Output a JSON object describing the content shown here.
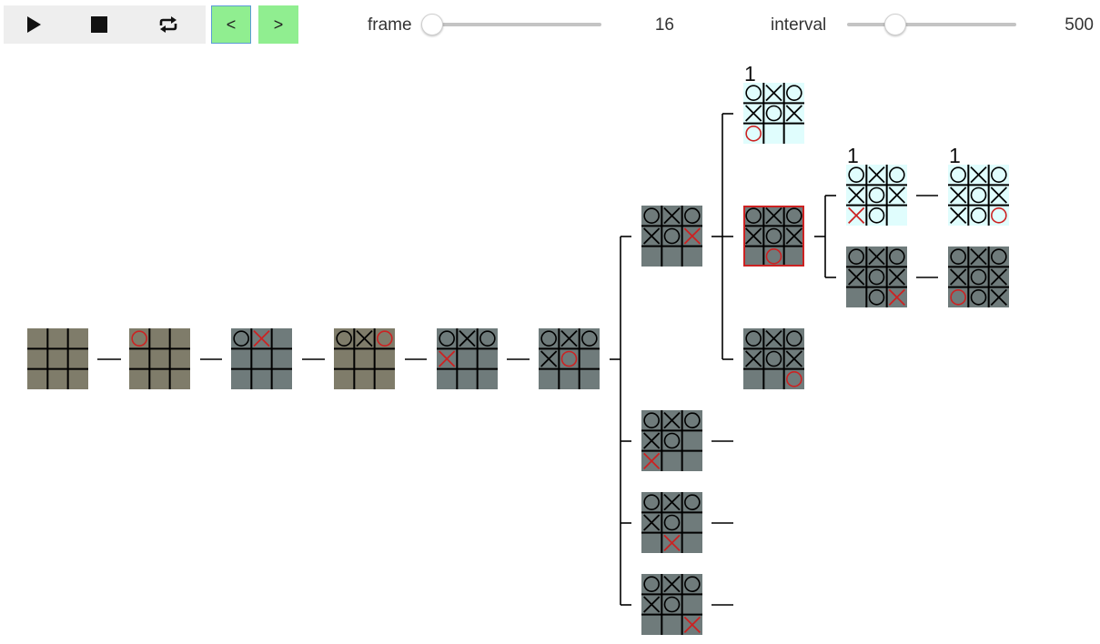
{
  "toolbar": {
    "buttons": [
      {
        "icon": "play-icon"
      },
      {
        "icon": "stop-icon"
      },
      {
        "icon": "repeat-icon"
      }
    ],
    "prev_label": "<",
    "next_label": ">",
    "frame_label": "frame",
    "frame_value": "16",
    "frame_fraction": 0.0,
    "interval_label": "interval",
    "interval_value": "500",
    "interval_fraction": 0.25
  },
  "colors": {
    "olive_board": "#7f7c6a",
    "gray_board": "#6f7b7b",
    "solved_board": "#e0fdfd",
    "highlight": "#cc2222",
    "new_mark": "#cc2222",
    "old_mark": "#000000",
    "button_green": "#90ee90"
  },
  "tree": {
    "nodes": [
      {
        "id": "n1",
        "board": "_________",
        "last": -1,
        "style": "olive",
        "label": ""
      },
      {
        "id": "n2",
        "board": "O________",
        "last": 0,
        "style": "olive",
        "label": ""
      },
      {
        "id": "n3",
        "board": "OX_______",
        "last": 1,
        "style": "gray",
        "label": ""
      },
      {
        "id": "n4",
        "board": "OXO______",
        "last": 2,
        "style": "olive",
        "label": ""
      },
      {
        "id": "n5",
        "board": "OXOX_____",
        "last": 3,
        "style": "gray",
        "label": ""
      },
      {
        "id": "n6",
        "board": "OXOXO____",
        "last": 4,
        "style": "gray",
        "label": ""
      },
      {
        "id": "n7a",
        "board": "OXOXOX___",
        "last": 5,
        "style": "gray",
        "label": ""
      },
      {
        "id": "n7b",
        "board": "OXOXO_X__",
        "last": 6,
        "style": "gray",
        "label": ""
      },
      {
        "id": "n7c",
        "board": "OXOXO__X_",
        "last": 7,
        "style": "gray",
        "label": ""
      },
      {
        "id": "n7d",
        "board": "OXOXO___X",
        "last": 8,
        "style": "gray",
        "label": ""
      },
      {
        "id": "n8a",
        "board": "OXOXOXO__",
        "last": 6,
        "style": "solved",
        "label": "1"
      },
      {
        "id": "n8b",
        "board": "OXOXOX_O_",
        "last": 7,
        "style": "gray",
        "label": "",
        "highlight": true
      },
      {
        "id": "n8c",
        "board": "OXOXOX__O",
        "last": 8,
        "style": "gray",
        "label": ""
      },
      {
        "id": "n9a",
        "board": "OXOXOXXO_",
        "last": 6,
        "style": "solved",
        "label": "1"
      },
      {
        "id": "n9b",
        "board": "OXOXOX_OX",
        "last": 8,
        "style": "gray",
        "label": ""
      },
      {
        "id": "n10a",
        "board": "OXOXOXXOO",
        "last": 8,
        "style": "solved",
        "label": "1"
      },
      {
        "id": "n10b",
        "board": "OXOXOXOOX",
        "last": 6,
        "style": "gray",
        "label": ""
      }
    ]
  }
}
